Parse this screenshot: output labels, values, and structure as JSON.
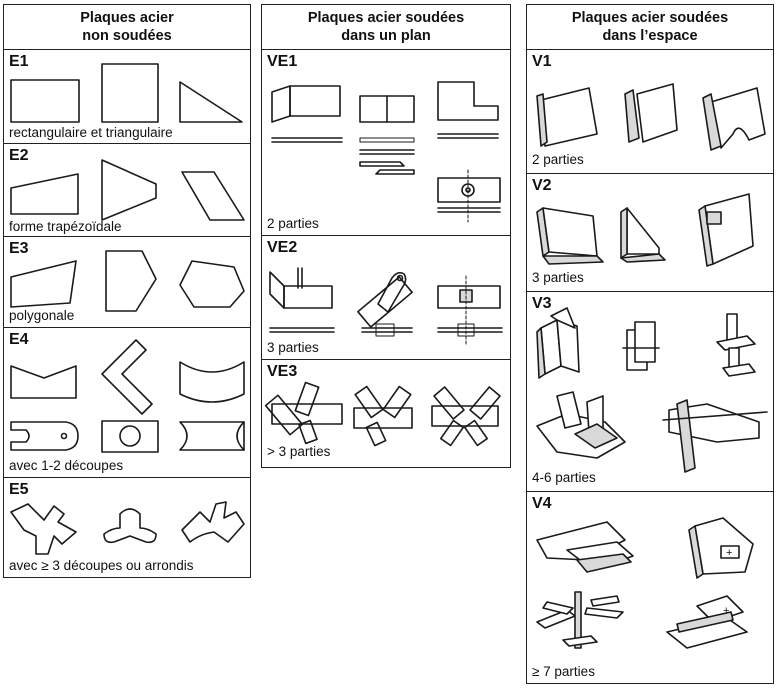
{
  "columns": [
    {
      "title": "Plaques acier\nnon soudées"
    },
    {
      "title": "Plaques acier soudées\ndans un plan"
    },
    {
      "title": "Plaques acier soudées\ndans l’espace"
    }
  ],
  "cells": {
    "E1": {
      "code": "E1",
      "caption": "rectangulaire et triangulaire"
    },
    "E2": {
      "code": "E2",
      "caption": "forme trapézoïdale"
    },
    "E3": {
      "code": "E3",
      "caption": "polygonale"
    },
    "E4": {
      "code": "E4",
      "caption": "avec 1-2 découpes"
    },
    "E5": {
      "code": "E5",
      "caption": "avec ≥ 3 découpes ou arrondis"
    },
    "VE1": {
      "code": "VE1",
      "caption": "2 parties"
    },
    "VE2": {
      "code": "VE2",
      "caption": "3 parties"
    },
    "VE3": {
      "code": "VE3",
      "caption": "> 3 parties"
    },
    "V1": {
      "code": "V1",
      "caption": "2 parties"
    },
    "V2": {
      "code": "V2",
      "caption": "3 parties"
    },
    "V3": {
      "code": "V3",
      "caption": "4-6 parties"
    },
    "V4": {
      "code": "V4",
      "caption": "≥ 7 parties"
    }
  }
}
